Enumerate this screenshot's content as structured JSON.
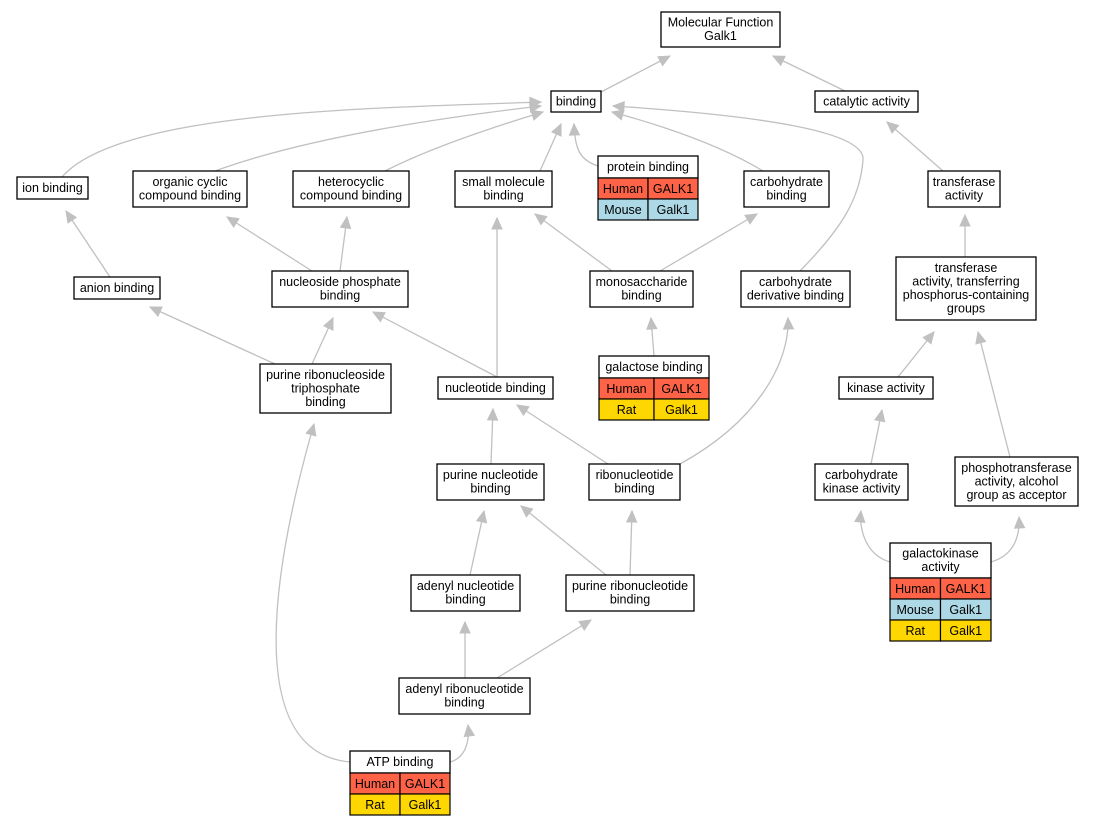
{
  "colors": {
    "edge": "#c0c0c0",
    "Human": "#ff6347",
    "Mouse": "#add8e6",
    "Rat": "#ffd700"
  },
  "nodes": [
    {
      "id": "mf",
      "lines": [
        "Molecular Function",
        "Galk1"
      ]
    },
    {
      "id": "binding",
      "lines": [
        "binding"
      ]
    },
    {
      "id": "catalytic",
      "lines": [
        "catalytic activity"
      ]
    },
    {
      "id": "ion",
      "lines": [
        "ion binding"
      ]
    },
    {
      "id": "organic",
      "lines": [
        "organic cyclic",
        "compound binding"
      ]
    },
    {
      "id": "heterocyclic",
      "lines": [
        "heterocyclic",
        "compound binding"
      ]
    },
    {
      "id": "smallmol",
      "lines": [
        "small molecule",
        "binding"
      ]
    },
    {
      "id": "protein",
      "lines": [
        "protein binding"
      ],
      "rows": [
        [
          "Human",
          "GALK1"
        ],
        [
          "Mouse",
          "Galk1"
        ]
      ]
    },
    {
      "id": "carbbinding",
      "lines": [
        "carbohydrate",
        "binding"
      ]
    },
    {
      "id": "transferase",
      "lines": [
        "transferase",
        "activity"
      ]
    },
    {
      "id": "anion",
      "lines": [
        "anion binding"
      ]
    },
    {
      "id": "nucphos",
      "lines": [
        "nucleoside phosphate",
        "binding"
      ]
    },
    {
      "id": "monosac",
      "lines": [
        "monosaccharide",
        "binding"
      ]
    },
    {
      "id": "carbderiv",
      "lines": [
        "carbohydrate",
        "derivative binding"
      ]
    },
    {
      "id": "transphos",
      "lines": [
        "transferase",
        "activity, transferring",
        "phosphorus-containing",
        "groups"
      ]
    },
    {
      "id": "purribotri",
      "lines": [
        "purine ribonucleoside",
        "triphosphate",
        "binding"
      ]
    },
    {
      "id": "nucbinding",
      "lines": [
        "nucleotide binding"
      ]
    },
    {
      "id": "galactose",
      "lines": [
        "galactose binding"
      ],
      "rows": [
        [
          "Human",
          "GALK1"
        ],
        [
          "Rat",
          "Galk1"
        ]
      ]
    },
    {
      "id": "kinase",
      "lines": [
        "kinase activity"
      ]
    },
    {
      "id": "purnuc",
      "lines": [
        "purine nucleotide",
        "binding"
      ]
    },
    {
      "id": "ribonuc",
      "lines": [
        "ribonucleotide",
        "binding"
      ]
    },
    {
      "id": "carbkinase",
      "lines": [
        "carbohydrate",
        "kinase activity"
      ]
    },
    {
      "id": "phosphotrans",
      "lines": [
        "phosphotransferase",
        "activity, alcohol",
        "group as acceptor"
      ]
    },
    {
      "id": "adenylnuc",
      "lines": [
        "adenyl nucleotide",
        "binding"
      ]
    },
    {
      "id": "purribonuc",
      "lines": [
        "purine ribonucleotide",
        "binding"
      ]
    },
    {
      "id": "galactokinase",
      "lines": [
        "galactokinase",
        "activity"
      ],
      "rows": [
        [
          "Human",
          "GALK1"
        ],
        [
          "Mouse",
          "Galk1"
        ],
        [
          "Rat",
          "Galk1"
        ]
      ]
    },
    {
      "id": "adenylribo",
      "lines": [
        "adenyl ribonucleotide",
        "binding"
      ]
    },
    {
      "id": "atp",
      "lines": [
        "ATP binding"
      ],
      "rows": [
        [
          "Human",
          "GALK1"
        ],
        [
          "Rat",
          "Galk1"
        ]
      ]
    }
  ],
  "edges": [
    {
      "from": "binding",
      "to": "mf"
    },
    {
      "from": "catalytic",
      "to": "mf"
    },
    {
      "from": "ion",
      "to": "binding"
    },
    {
      "from": "organic",
      "to": "binding"
    },
    {
      "from": "heterocyclic",
      "to": "binding"
    },
    {
      "from": "smallmol",
      "to": "binding"
    },
    {
      "from": "protein",
      "to": "binding"
    },
    {
      "from": "carbbinding",
      "to": "binding"
    },
    {
      "from": "carbderiv",
      "to": "binding"
    },
    {
      "from": "transferase",
      "to": "catalytic"
    },
    {
      "from": "anion",
      "to": "ion"
    },
    {
      "from": "nucphos",
      "to": "organic"
    },
    {
      "from": "nucphos",
      "to": "heterocyclic"
    },
    {
      "from": "nucbinding",
      "to": "smallmol"
    },
    {
      "from": "monosac",
      "to": "smallmol"
    },
    {
      "from": "monosac",
      "to": "carbbinding"
    },
    {
      "from": "transphos",
      "to": "transferase"
    },
    {
      "from": "purribotri",
      "to": "anion"
    },
    {
      "from": "purribotri",
      "to": "nucphos"
    },
    {
      "from": "nucbinding",
      "to": "nucphos"
    },
    {
      "from": "galactose",
      "to": "monosac"
    },
    {
      "from": "ribonuc",
      "to": "carbderiv"
    },
    {
      "from": "kinase",
      "to": "transphos"
    },
    {
      "from": "phosphotrans",
      "to": "transphos"
    },
    {
      "from": "purnuc",
      "to": "nucbinding"
    },
    {
      "from": "ribonuc",
      "to": "nucbinding"
    },
    {
      "from": "carbkinase",
      "to": "kinase"
    },
    {
      "from": "adenylnuc",
      "to": "purnuc"
    },
    {
      "from": "purribonuc",
      "to": "purnuc"
    },
    {
      "from": "purribonuc",
      "to": "ribonuc"
    },
    {
      "from": "galactokinase",
      "to": "carbkinase"
    },
    {
      "from": "galactokinase",
      "to": "phosphotrans"
    },
    {
      "from": "adenylribo",
      "to": "adenylnuc"
    },
    {
      "from": "adenylribo",
      "to": "purribonuc"
    },
    {
      "from": "atp",
      "to": "adenylribo"
    },
    {
      "from": "atp",
      "to": "purribotri"
    }
  ]
}
